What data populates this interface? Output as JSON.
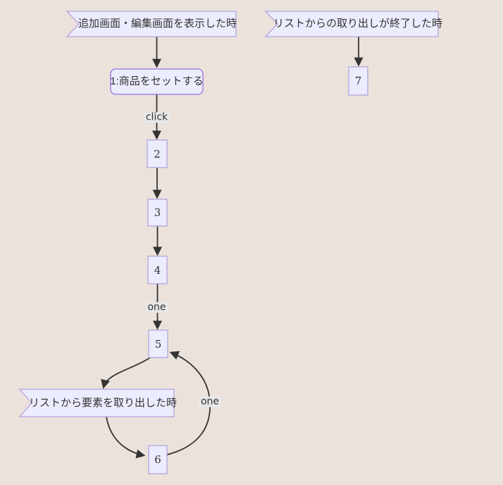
{
  "colors": {
    "background": "#ece2dc",
    "node_fill": "#ececff",
    "node_border_accent": "#9370db",
    "node_border_light": "#b3a4dc",
    "arrow": "#333333",
    "edge_label_bg": "#e8e8e8",
    "text": "#333333"
  },
  "banners": [
    {
      "label": "追加画面・編集画面を表示した時"
    },
    {
      "label": "リストからの取り出しが終了した時"
    },
    {
      "label": "リストから要素を取り出した時"
    }
  ],
  "nodes": [
    {
      "label": "1:商品をセットする"
    },
    {
      "label": "2"
    },
    {
      "label": "3"
    },
    {
      "label": "4"
    },
    {
      "label": "5"
    },
    {
      "label": "6"
    },
    {
      "label": "7"
    }
  ],
  "edges": [
    {
      "from": "追加画面・編集画面を表示した時",
      "to": "1:商品をセットする",
      "label": ""
    },
    {
      "from": "1:商品をセットする",
      "to": "2",
      "label": "click"
    },
    {
      "from": "2",
      "to": "3",
      "label": ""
    },
    {
      "from": "3",
      "to": "4",
      "label": ""
    },
    {
      "from": "4",
      "to": "5",
      "label": "one"
    },
    {
      "from": "5",
      "to": "リストから要素を取り出した時",
      "label": ""
    },
    {
      "from": "リストから要素を取り出した時",
      "to": "6",
      "label": ""
    },
    {
      "from": "6",
      "to": "5",
      "label": "one"
    },
    {
      "from": "リストからの取り出しが終了した時",
      "to": "7",
      "label": ""
    }
  ]
}
